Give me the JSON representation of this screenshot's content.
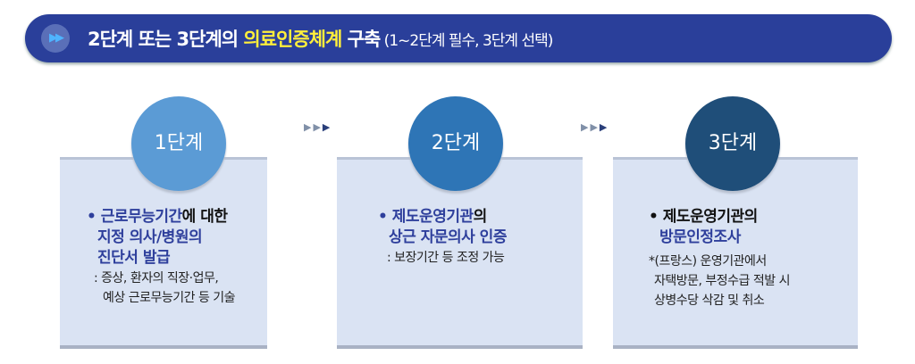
{
  "banner": {
    "icon": "double-chevron-right-icon",
    "title_a": "2단계 또는 3단계의 ",
    "title_highlight": "의료인증체계",
    "title_b": " 구축",
    "title_sub": " (1~2단계 필수, 3단계 선택)"
  },
  "steps": [
    {
      "label": "1단계",
      "line1_blue": "근로무능기간",
      "line1_black": "에 대한",
      "line2": "지정 의사/병원의",
      "line3": "진단서 발급",
      "note1": ": 증상, 환자의 직장·업무,",
      "note2": "예상 근로무능기간 등 기술"
    },
    {
      "label": "2단계",
      "line1_blue": "제도운영기관",
      "line1_black": "의",
      "line2": "상근 자문의사 인증",
      "note1": ": 보장기간 등 조정 가능"
    },
    {
      "label": "3단계",
      "line1": "제도운영기관의",
      "line2": "방문인정조사",
      "note1": "*(프랑스) 운영기관에서",
      "note2": "자택방문, 부정수급 적발 시",
      "note3": "상병수당 삭감 및 취소"
    }
  ],
  "colors": {
    "banner": "#2a3f9a",
    "highlight": "#ffef3b",
    "step1": "#5b9bd5",
    "step2": "#2e75b6",
    "step3": "#1f4e79",
    "box": "#dae3f3"
  }
}
